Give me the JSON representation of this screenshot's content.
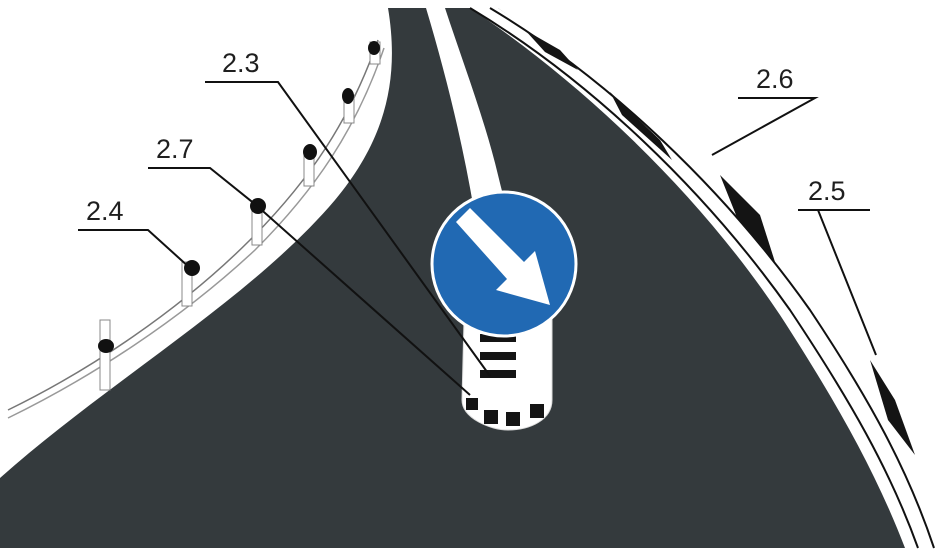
{
  "labels": {
    "l23": "2.3",
    "l24": "2.4",
    "l25": "2.5",
    "l26": "2.6",
    "l27": "2.7"
  },
  "colors": {
    "road": "#343a3d",
    "marking": "#ffffff",
    "sign_blue": "#2169b3",
    "sign_arrow": "#ffffff",
    "stripe_dark": "#141414"
  },
  "icons": {
    "sign": "keep-right-arrow-icon"
  }
}
